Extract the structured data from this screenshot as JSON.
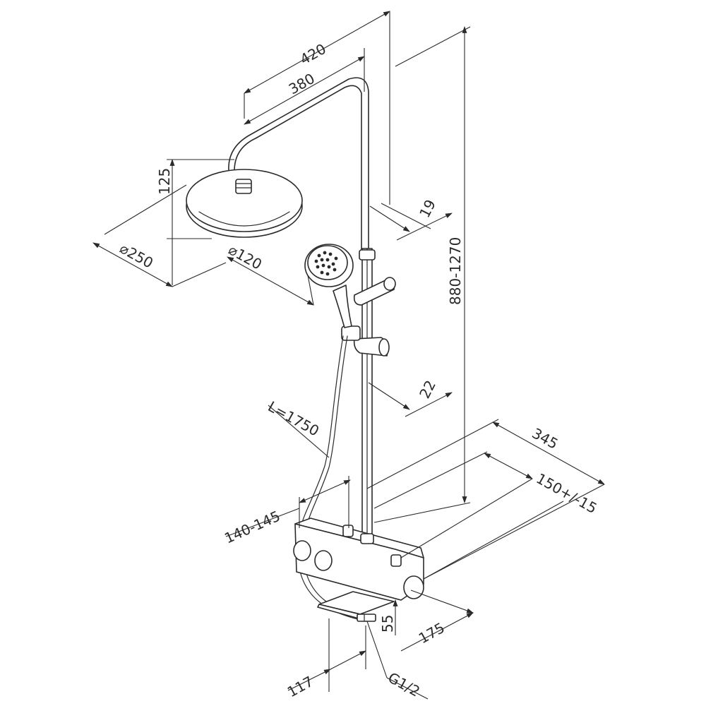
{
  "dimensions": {
    "arm_reach": "420",
    "arm_length": "380",
    "head_height": "125",
    "head_diameter": "⌀250",
    "hand_shower_diameter": "⌀120",
    "bracket_offset_top": "19",
    "bracket_offset_bottom": "22",
    "total_height": "880-1270",
    "hose_length": "L=1750",
    "inlet_spacing": "140-145",
    "wall_depth": "345",
    "inlet_offset": "150+/-15",
    "mixer_depth": "175",
    "shelf_height": "55",
    "spout_width": "117",
    "thread": "G1/2"
  },
  "colors": {
    "line": "#2a2a2a",
    "background": "#ffffff"
  }
}
